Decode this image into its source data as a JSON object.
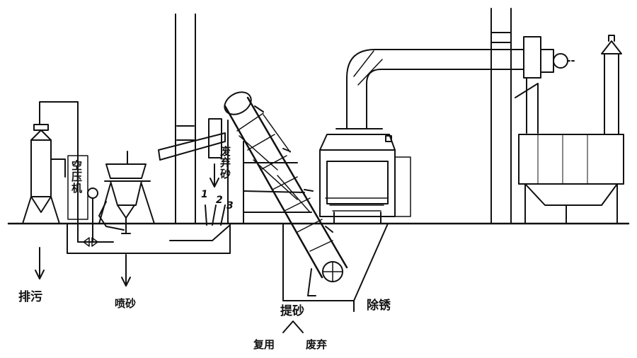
{
  "labels": {
    "discharge": "排污",
    "blasting": "喷砂",
    "compressor": "空压机",
    "waste_sand": "废弃砂",
    "lift_sand": "提砂",
    "reuse": "复用",
    "discard": "废弃",
    "derusting": "除锈",
    "num1": "1",
    "num2": "2",
    "num3": "3"
  },
  "colors": {
    "ink": "#111111",
    "background": "#ffffff"
  }
}
